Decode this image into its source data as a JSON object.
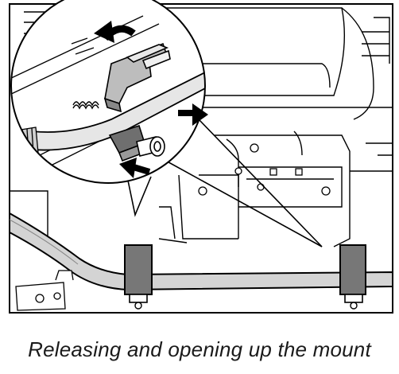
{
  "figure": {
    "caption": "Releasing and opening up the mount",
    "icons": [
      "frame-outline",
      "stabilizer-bar",
      "bushing-clamp",
      "magnified-detail-circle",
      "bracket-clip",
      "coil-spring",
      "bolt",
      "arrow-up",
      "arrow-right",
      "arrow-left"
    ]
  }
}
